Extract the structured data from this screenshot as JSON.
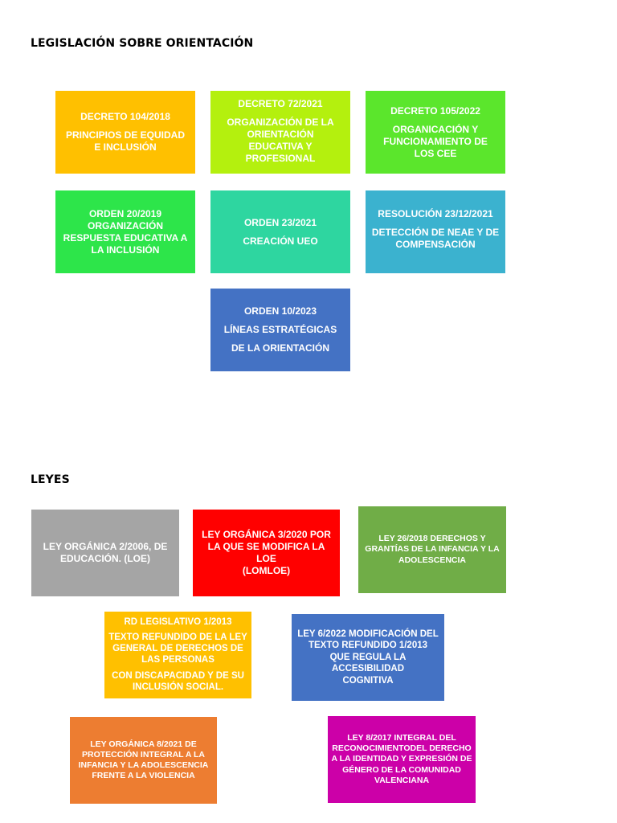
{
  "section_orientacion": {
    "title": "LEGISLACIÓN  SOBRE ORIENTACIÓN",
    "boxes": [
      {
        "color": "#FFC000",
        "title": "DECRETO 104/2018",
        "body": [
          "PRINCIPIOS DE EQUIDAD",
          "E INCLUSIÓN"
        ]
      },
      {
        "color": "#B4F00E",
        "title": "DECRETO 72/2021",
        "body": [
          "ORGANIZACIÓN DE LA",
          "ORIENTACIÓN",
          "EDUCATIVA Y",
          "PROFESIONAL"
        ]
      },
      {
        "color": "#5BE62C",
        "title": "DECRETO 105/2022",
        "body": [
          "ORGANICACIÓN Y",
          "FUNCIONAMIENTO DE",
          "LOS CEE"
        ]
      },
      {
        "color": "#2DE54A",
        "title": "ORDEN 20/2019",
        "body": [
          "ORGANIZACIÓN",
          "RESPUESTA EDUCATIVA A",
          "LA INCLUSIÓN"
        ]
      },
      {
        "color": "#2ED6A0",
        "title": "ORDEN 23/2021",
        "body": [
          "CREACIÓN UEO"
        ]
      },
      {
        "color": "#3BB2CF",
        "title": "RESOLUCIÓN 23/12/2021",
        "body": [
          "DETECCIÓN DE NEAE Y DE",
          "COMPENSACIÓN"
        ]
      },
      {
        "color": "#4472C4",
        "title": "ORDEN 10/2023",
        "body": [
          "LÍNEAS ESTRATÉGICAS",
          "DE LA ORIENTACIÓN"
        ]
      }
    ]
  },
  "section_leyes": {
    "title": "LEYES",
    "boxes": [
      {
        "color": "#A5A5A5",
        "lines": [
          "LEY ORGÁNICA 2/2006, DE",
          "EDUCACIÓN. (LOE)"
        ]
      },
      {
        "color": "#FF0000",
        "lines": [
          "LEY ORGÁNICA 3/2020 POR",
          "LA QUE SE MODIFICA LA LOE",
          "(LOMLOE)"
        ]
      },
      {
        "color": "#70AD47",
        "lines": [
          "LEY 26/2018  DERECHOS Y",
          "GRANTÍAS  DE LA INFANCIA Y LA",
          "ADOLESCENCIA"
        ]
      },
      {
        "color": "#FFC000",
        "title": "RD LEGISLATIVO 1/2013",
        "lines": [
          "TEXTO REFUNDIDO DE LA LEY",
          "GENERAL DE DERECHOS DE",
          "LAS PERSONAS"
        ],
        "lines2": [
          "CON DISCAPACIDAD Y DE SU",
          "INCLUSIÓN SOCIAL."
        ]
      },
      {
        "color": "#4472C4",
        "lines": [
          "LEY 6/2022 MODIFICACIÓN DEL",
          "TEXTO REFUNDIDO  1/2013",
          "QUE REGULA LA ACCESIBILIDAD",
          "COGNITIVA"
        ]
      },
      {
        "color": "#ED7D31",
        "lines": [
          "LEY ORGÁNICA 8/2021 DE",
          "PROTECCIÓN INTEGRAL A LA",
          "INFANCIA Y LA ADOLESCENCIA",
          "FRENTE A LA VIOLENCIA"
        ]
      },
      {
        "color": "#CC00A8",
        "lines": [
          "LEY 8/2017 INTEGRAL DEL",
          "RECONOCIMIENTODEL DERECHO",
          "A LA IDENTIDAD Y EXPRESIÓN DE",
          "GÉNERO DE LA COMUNIDAD",
          "VALENCIANA"
        ]
      }
    ]
  }
}
